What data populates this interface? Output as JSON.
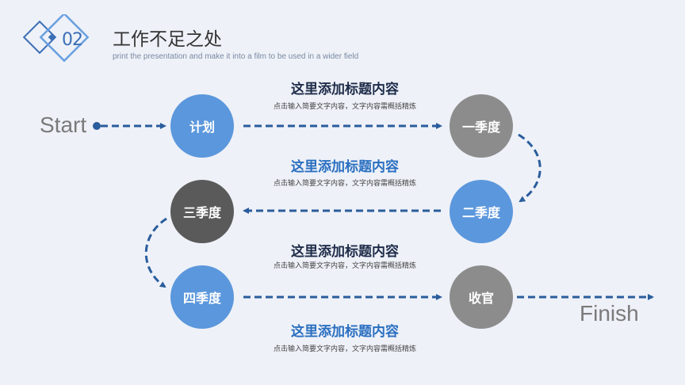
{
  "header": {
    "section_number": "02",
    "title": "工作不足之处",
    "subtitle": "print the presentation and make it into a film to be used in a wider field"
  },
  "terminals": {
    "start": "Start",
    "finish": "Finish"
  },
  "nodes": {
    "plan": "计划",
    "q1": "一季度",
    "q2": "二季度",
    "q3": "三季度",
    "q4": "四季度",
    "close": "收官"
  },
  "rows": [
    {
      "title": "这里添加标题内容",
      "desc": "点击输入简要文字内容，文字内容需概括精炼",
      "title_color": "#1f2d4a"
    },
    {
      "title": "这里添加标题内容",
      "desc": "点击输入简要文字内容，文字内容需概括精炼",
      "title_color": "#2a6fc0"
    },
    {
      "title": "这里添加标题内容",
      "desc": "点击输入简要文字内容，文字内容需概括精炼",
      "title_color": "#1f2d4a"
    },
    {
      "title": "这里添加标题内容",
      "desc": "点击输入简要文字内容，文字内容需概括精炼",
      "title_color": "#2a6fc0"
    }
  ],
  "colors": {
    "background": "#eef1f8",
    "arrow": "#2a5d9c",
    "node_blue": "#5b97dc",
    "node_grey": "#8c8c8c",
    "node_dark": "#5a5a5a"
  }
}
